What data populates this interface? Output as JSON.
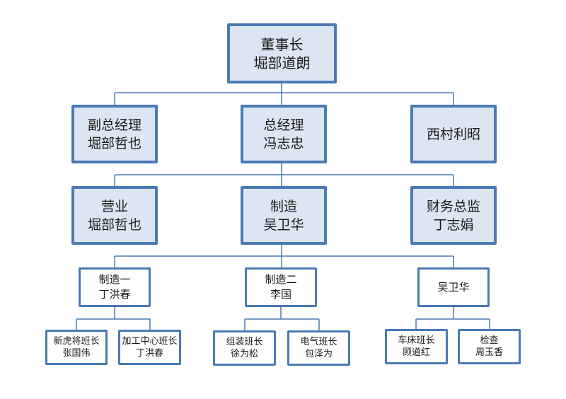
{
  "colors": {
    "box_border": "#4a7ab4",
    "box_fill_upper": "#dce6f2",
    "box_fill_lower": "#ffffff",
    "connector": "#4a7ab4"
  },
  "org": {
    "chairman": {
      "line1": "董事长",
      "line2": "堀部道朗"
    },
    "vice_gm": {
      "line1": "副总经理",
      "line2": "堀部哲也"
    },
    "gm": {
      "line1": "总经理",
      "line2": "冯志忠"
    },
    "nishimura": {
      "line1": "西村利昭"
    },
    "sales": {
      "line1": "营业",
      "line2": "堀部哲也"
    },
    "manufacturing": {
      "line1": "制造",
      "line2": "吴卫华"
    },
    "finance": {
      "line1": "财务总监",
      "line2": "丁志娟"
    },
    "mfg1": {
      "line1": "制造一",
      "line2": "丁洪春"
    },
    "mfg2": {
      "line1": "制造二",
      "line2": "李国"
    },
    "wuweihua": {
      "line1": "吴卫华"
    },
    "xinhu": {
      "line1": "新虎将班长",
      "line2": "张国伟"
    },
    "machining": {
      "line1": "加工中心班长",
      "line2": "丁洪春"
    },
    "assembly": {
      "line1": "组装班长",
      "line2": "徐为松"
    },
    "electrical": {
      "line1": "电气班长",
      "line2": "包泽为"
    },
    "lathe": {
      "line1": "车床班长",
      "line2": "顾道红"
    },
    "inspection": {
      "line1": "检查",
      "line2": "周玉香"
    }
  }
}
